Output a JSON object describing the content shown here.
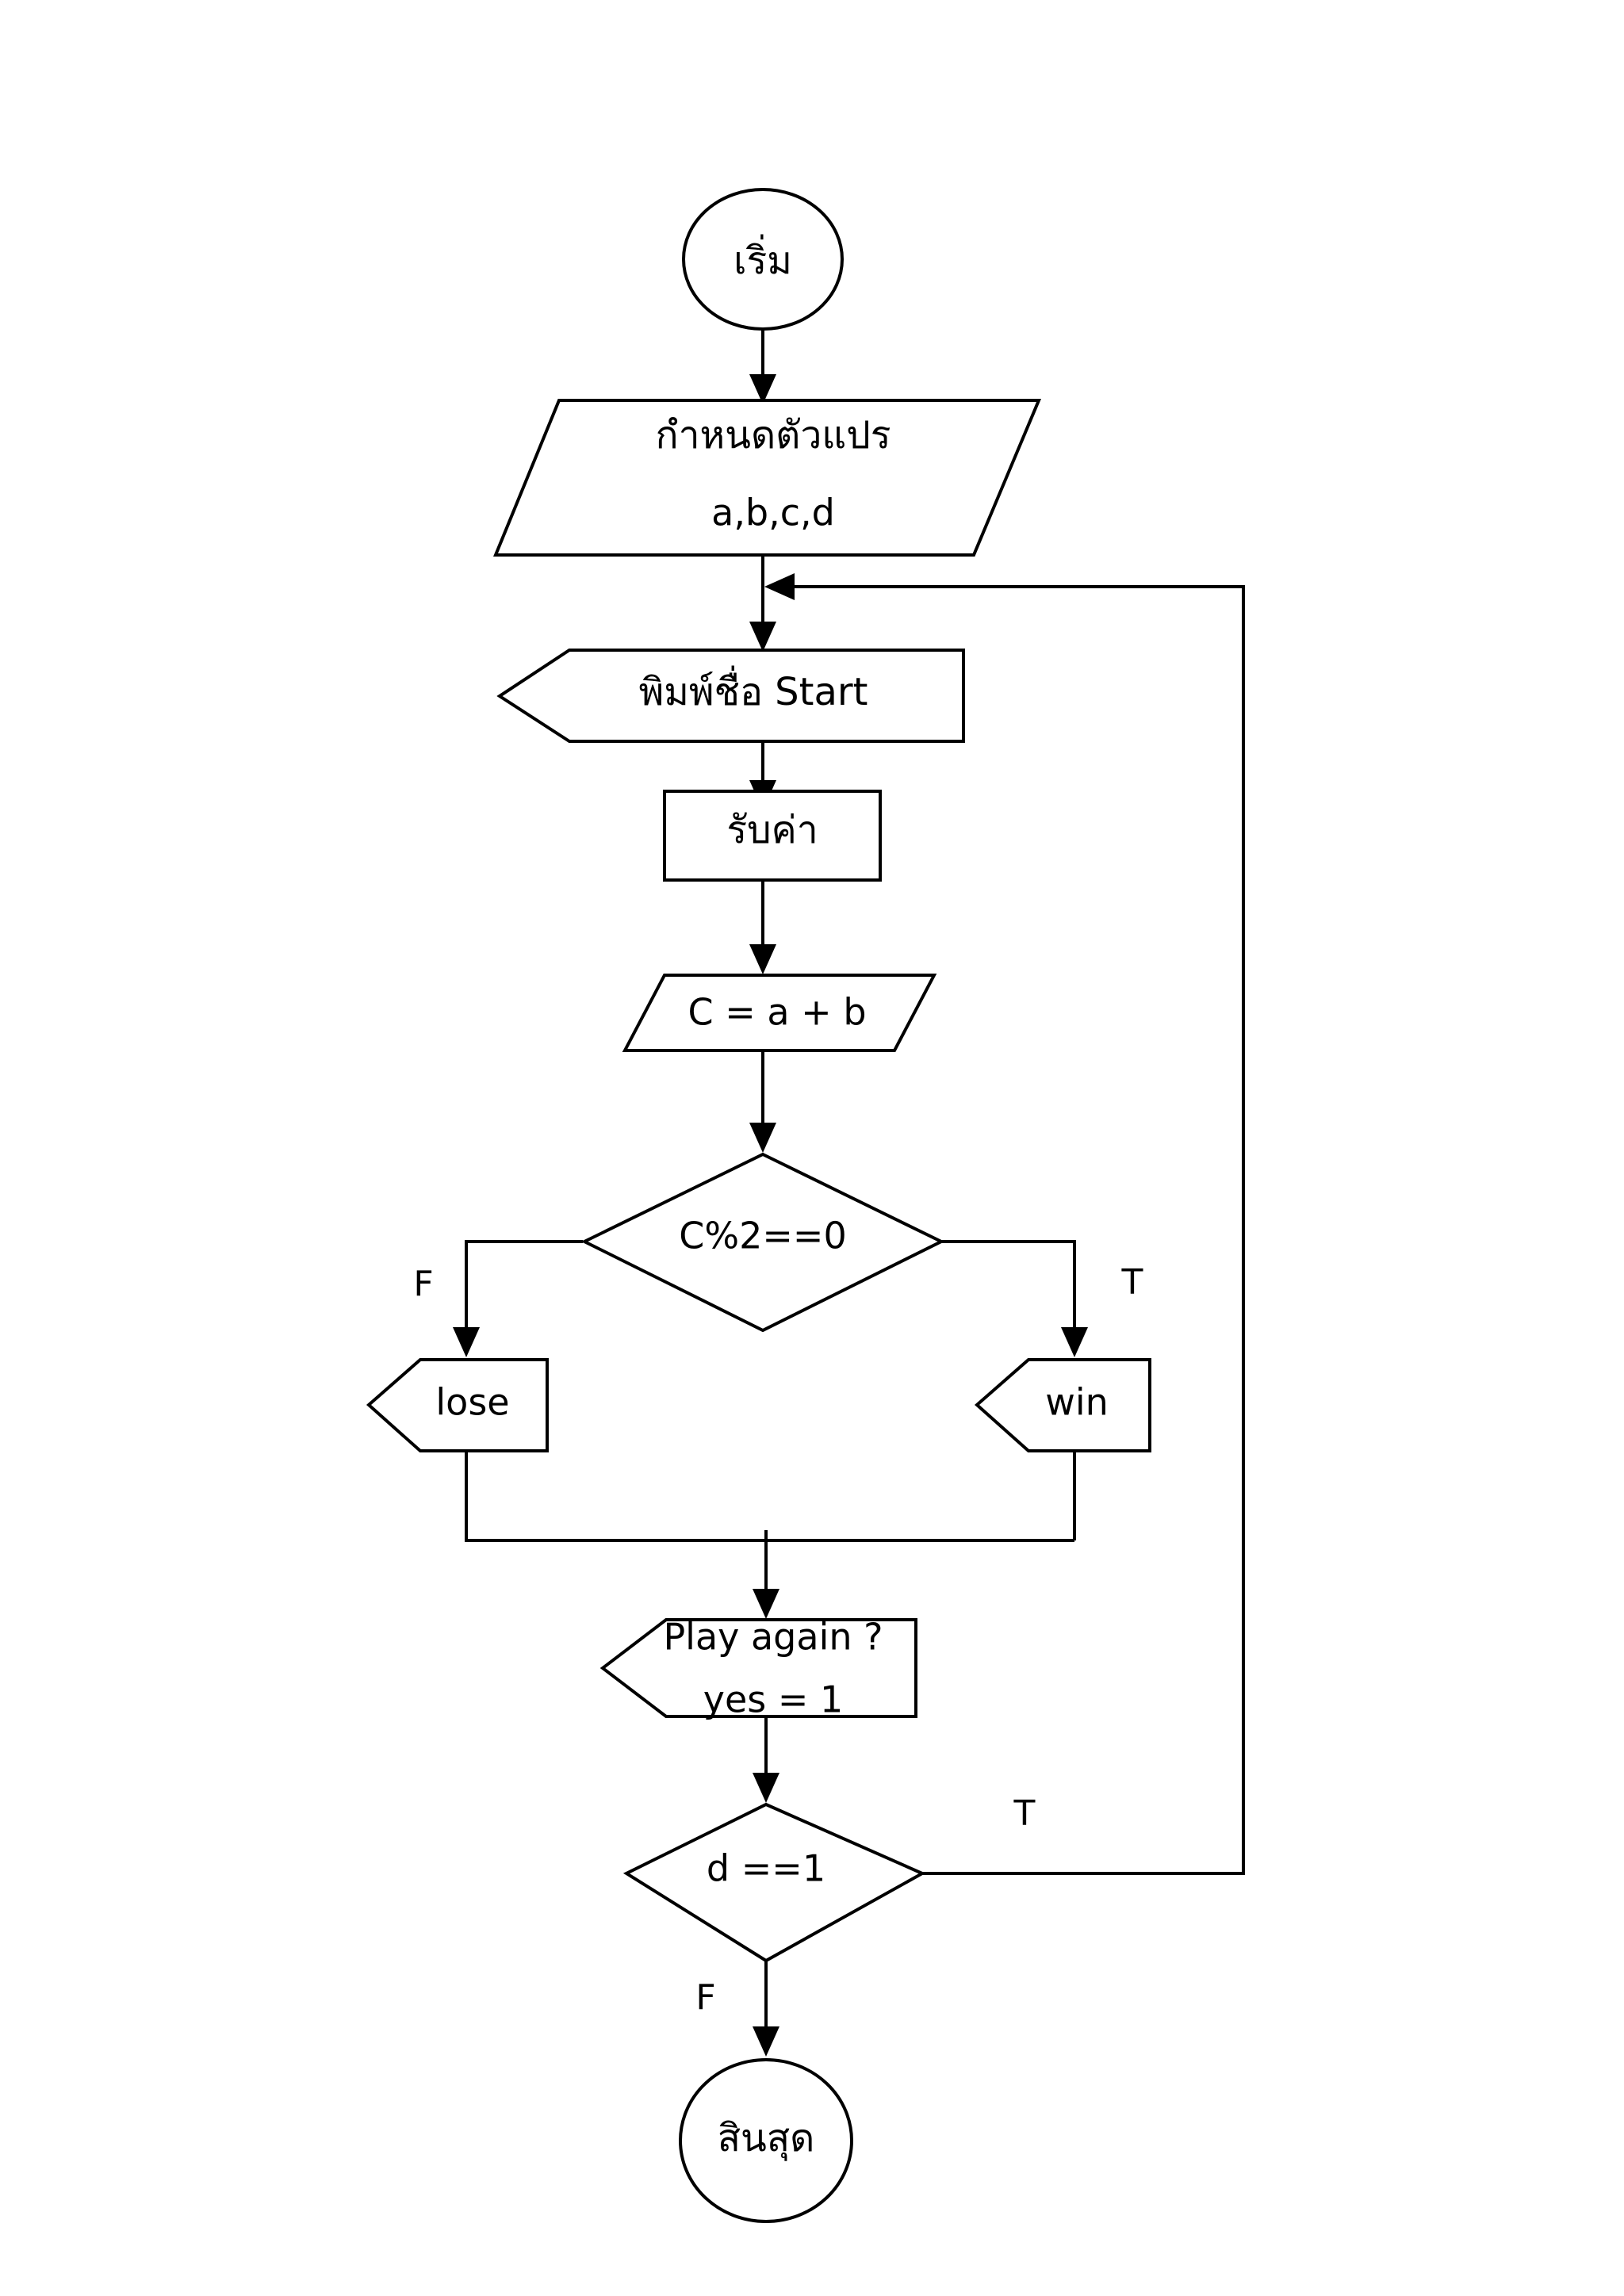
{
  "diagram": {
    "type": "flowchart",
    "orientation": "top-to-bottom",
    "background_color": "#ffffff",
    "line_color": "#000000",
    "nodes": {
      "start": {
        "shape": "terminator-ellipse",
        "label": "เริ่ม"
      },
      "declare_vars": {
        "shape": "parallelogram",
        "label_line1": "กำหนดตัวแปร",
        "label_line2": "a,b,c,d"
      },
      "print_start": {
        "shape": "display",
        "label": "พิมพ์ชื่อ Start"
      },
      "read_value": {
        "shape": "rectangle",
        "label": "รับค่า"
      },
      "compute_c": {
        "shape": "parallelogram",
        "label": "C = a + b"
      },
      "check_even": {
        "shape": "decision-diamond",
        "label": "C%2==0"
      },
      "lose": {
        "shape": "display",
        "label": "lose"
      },
      "win": {
        "shape": "display",
        "label": "win"
      },
      "play_again": {
        "shape": "display",
        "label_line1": "Play again ?",
        "label_line2": "yes = 1"
      },
      "check_d": {
        "shape": "decision-diamond",
        "label": "d ==1"
      },
      "end": {
        "shape": "terminator-ellipse",
        "label": "สินสุด"
      }
    },
    "branch_labels": {
      "check_even_false": "F",
      "check_even_true": "T",
      "check_d_true": "T",
      "check_d_false": "F"
    },
    "edges": [
      {
        "from": "start",
        "to": "declare_vars",
        "label": ""
      },
      {
        "from": "declare_vars",
        "to": "print_start",
        "label": ""
      },
      {
        "from": "print_start",
        "to": "read_value",
        "label": ""
      },
      {
        "from": "read_value",
        "to": "compute_c",
        "label": ""
      },
      {
        "from": "compute_c",
        "to": "check_even",
        "label": ""
      },
      {
        "from": "check_even",
        "to": "lose",
        "label": "F"
      },
      {
        "from": "check_even",
        "to": "win",
        "label": "T"
      },
      {
        "from": "lose",
        "to": "play_again",
        "label": ""
      },
      {
        "from": "win",
        "to": "play_again",
        "label": ""
      },
      {
        "from": "play_again",
        "to": "check_d",
        "label": ""
      },
      {
        "from": "check_d",
        "to": "print_start",
        "label": "T"
      },
      {
        "from": "check_d",
        "to": "end",
        "label": "F"
      }
    ]
  }
}
